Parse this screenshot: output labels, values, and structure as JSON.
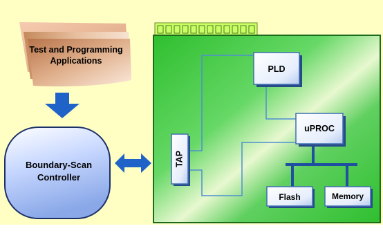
{
  "diagram": {
    "test_apps_label_line1": "Test and Programming",
    "test_apps_label_line2": "Applications",
    "controller_label_line1": "Boundary-Scan",
    "controller_label_line2": "Controller",
    "tap_label": "TAP",
    "pld_label": "PLD",
    "uproc_label": "uPROC",
    "flash_label": "Flash",
    "memory_label": "Memory"
  },
  "colors": {
    "background": "#ffffc4",
    "board_green": "#33cc33",
    "chip_blue": "#3f6fb0",
    "arrow_blue": "#1f62c8",
    "wire": "#4f8fd0",
    "connector": "#ccff66"
  }
}
